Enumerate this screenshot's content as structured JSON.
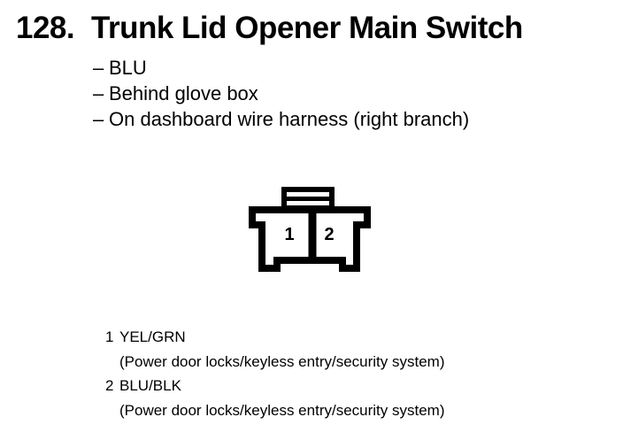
{
  "page": {
    "background_color": "#ffffff",
    "ink_color": "#000000"
  },
  "header": {
    "number": "128.",
    "title": "Trunk Lid Opener Main Switch"
  },
  "details": {
    "bullet": "–",
    "items": [
      "BLU",
      "Behind glove box",
      "On dashboard wire harness (right branch)"
    ]
  },
  "connector": {
    "pins": [
      "1",
      "2"
    ]
  },
  "pinout": [
    {
      "pin": "1",
      "wire": "YEL/GRN",
      "description": "(Power door locks/keyless entry/security system)"
    },
    {
      "pin": "2",
      "wire": "BLU/BLK",
      "description": "(Power door locks/keyless entry/security system)"
    }
  ]
}
